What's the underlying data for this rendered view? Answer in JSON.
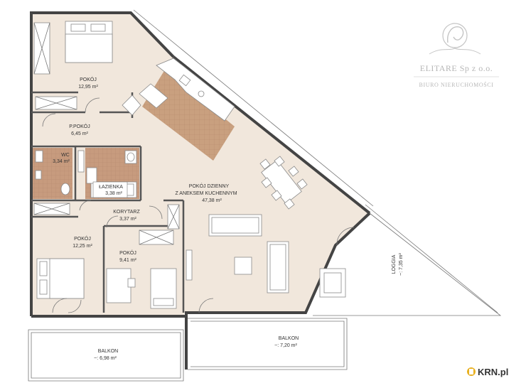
{
  "brand": {
    "name": "ELITARE Sp z o.o.",
    "subtitle": "BIURO NIERUCHOMOŚCI",
    "watermark": "KRN.pl"
  },
  "colors": {
    "floor": "#f1e7dc",
    "wall": "#444444",
    "tile": "#c79b7e",
    "counter": "#c9a07f"
  },
  "rooms": {
    "pokoj1": {
      "name": "POKÓJ",
      "area": "12,95 m²"
    },
    "ppokoj": {
      "name": "P.POKÓJ",
      "area": "6,45 m²"
    },
    "wc": {
      "name": "WC",
      "area": "3,34 m²"
    },
    "lazienka": {
      "name": "ŁAZIENKA",
      "area": "3,38 m²"
    },
    "korytarz": {
      "name": "KORYTARZ",
      "area": "3,37 m²"
    },
    "dzienny": {
      "name_line1": "POKÓJ DZIENNY",
      "name_line2": "Z ANEKSEM KUCHENNYM",
      "area": "47,38 m²"
    },
    "pokoj2": {
      "name": "POKÓJ",
      "area": "12,25 m²"
    },
    "pokoj3": {
      "name": "POKÓJ",
      "area": "9,41 m²"
    },
    "loggia": {
      "name": "LOGGIA",
      "area": "~: 7,35 m²"
    },
    "balkon1": {
      "name": "BALKON",
      "area": "~: 7,20 m²"
    },
    "balkon2": {
      "name": "BALKON",
      "area": "~: 6,98 m²"
    }
  }
}
